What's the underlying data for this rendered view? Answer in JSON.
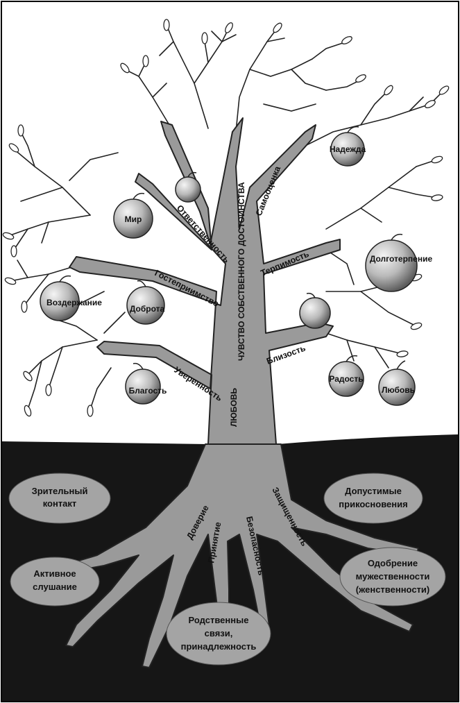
{
  "colors": {
    "ground": "#161616",
    "trunk": "#9a9a9a",
    "trunk_outline": "#222222",
    "fruit_light": "#f2f2f2",
    "fruit_dark": "#6e6e6e",
    "oval_fill": "#a4a4a4",
    "frame": "#000000"
  },
  "trunk_labels": {
    "self_esteem_center": "ЧУВСТВО СОБСТВЕННОГО ДОСТОИНСТВА",
    "love_base": "ЛЮБОВЬ"
  },
  "branch_labels": {
    "self_assessment": "Самооценка",
    "responsibility": "Ответственность",
    "tolerance": "Терпимость",
    "hospitality": "Гостеприимство",
    "closeness": "Близость",
    "confidence": "Уверенность"
  },
  "fruits": {
    "hope": "Надежда",
    "peace": "Мир",
    "long_suffering": "Долготерпение",
    "abstinence": "Воздержание",
    "kindness": "Доброта",
    "joy": "Радость",
    "goodness": "Благость",
    "love": "Любовь"
  },
  "root_labels": {
    "trust": "Доверие",
    "acceptance": "Принятие",
    "safety": "Безопасность",
    "protection": "Защищенность"
  },
  "ovals": {
    "eye_contact": [
      "Зрительный",
      "контакт"
    ],
    "active_listening": [
      "Активное",
      "слушание"
    ],
    "touch": [
      "Допустимые",
      "прикосновения"
    ],
    "approval": [
      "Одобрение",
      "мужественности",
      "(женственности)"
    ],
    "kinship": [
      "Родственные",
      "связи,",
      "принадлежность"
    ]
  }
}
